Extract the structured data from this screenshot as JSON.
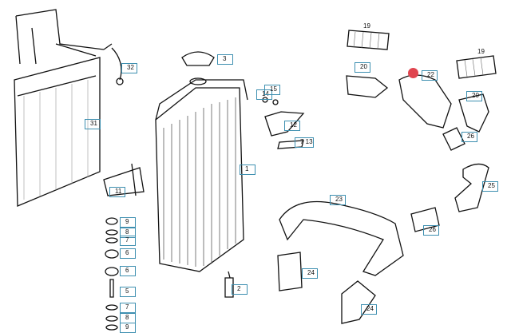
{
  "accent_color": "#3d8fb0",
  "marker_color": "#e0454f",
  "labels": {
    "p19a": "19",
    "p19b": "19",
    "p32": "32",
    "p3": "3",
    "p20a": "20",
    "p22": "22",
    "p20b": "20",
    "p14": "14",
    "p15": "15",
    "p12": "12",
    "p7_13": "7 13",
    "p31": "31",
    "p26a": "26",
    "p1": "1",
    "p11": "11",
    "p25": "25",
    "p23": "23",
    "p26b": "26",
    "p24a": "24",
    "p24b": "24",
    "p2": "2",
    "s9a": "9",
    "s8a": "8",
    "s7a": "7",
    "s6a": "6",
    "s6b": "6",
    "s5": "5",
    "s7b": "7",
    "s8b": "8",
    "s9b": "9"
  }
}
